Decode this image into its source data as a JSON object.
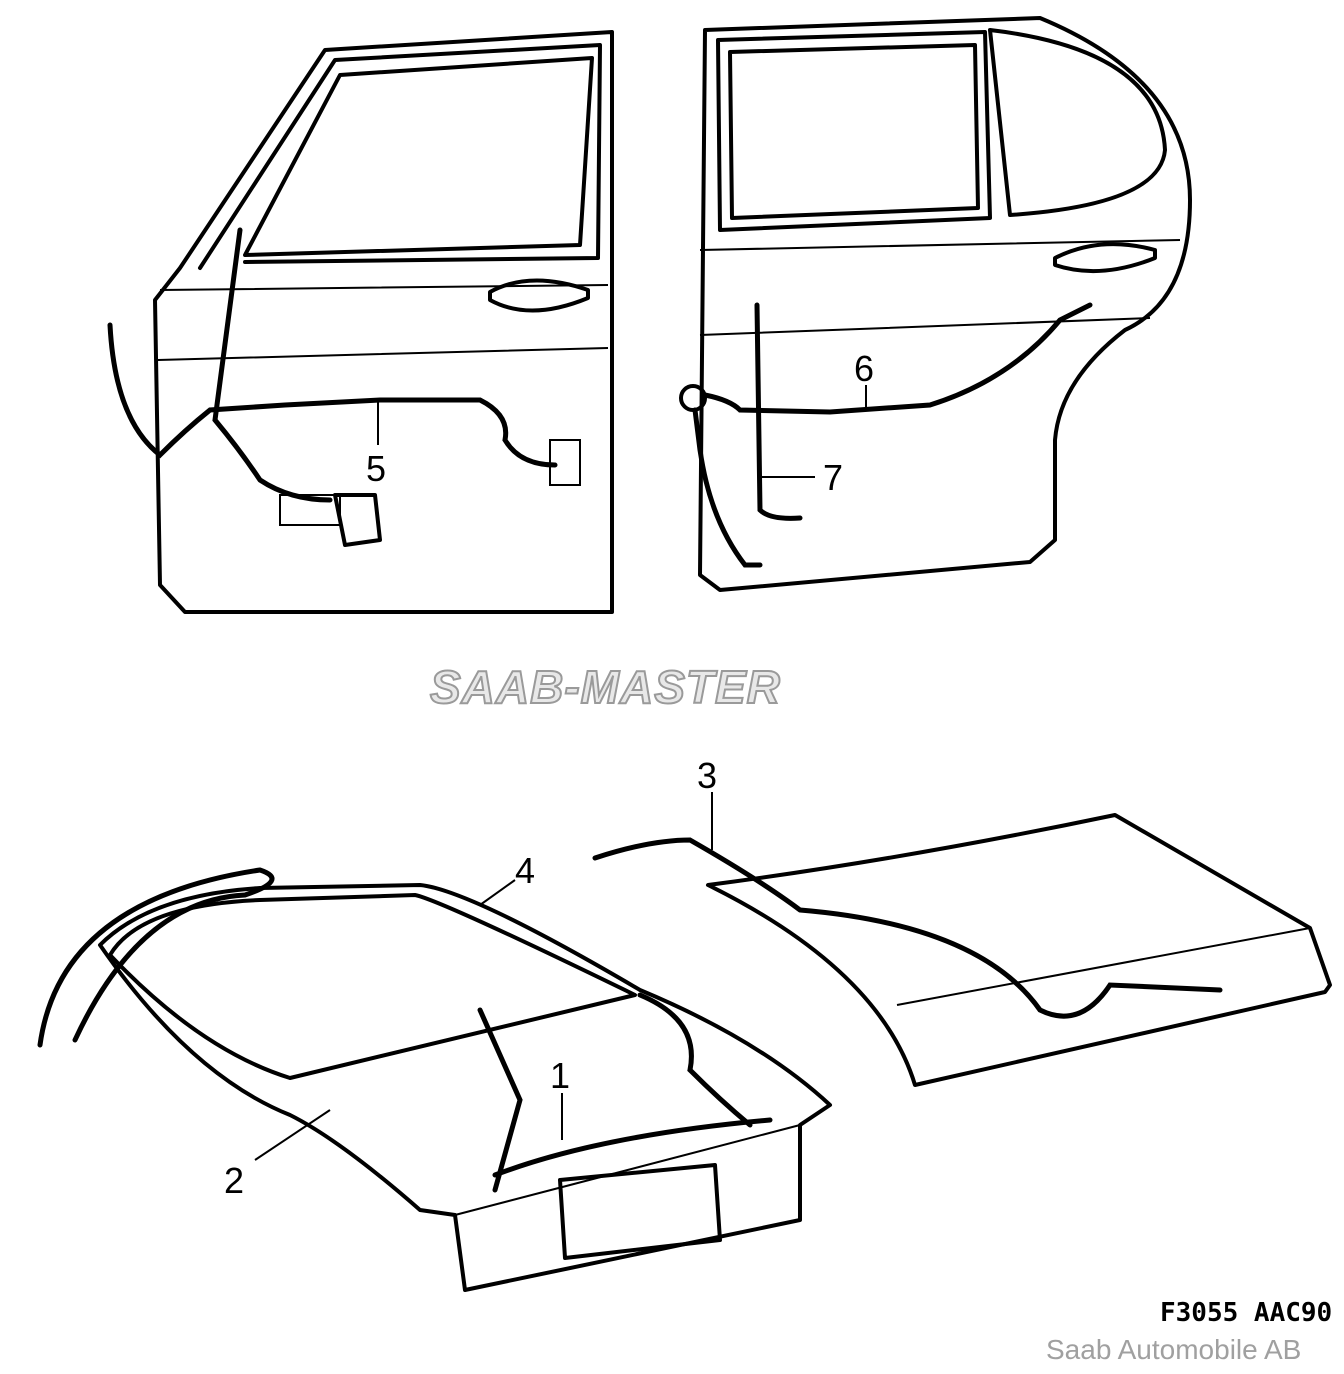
{
  "watermark": "SAAB-MASTER",
  "figure_code": "F3055 AAC90",
  "copyright": "Saab Automobile AB",
  "callouts": {
    "c1": "1",
    "c2": "2",
    "c3": "3",
    "c4": "4",
    "c5": "5",
    "c6": "6",
    "c7": "7"
  }
}
